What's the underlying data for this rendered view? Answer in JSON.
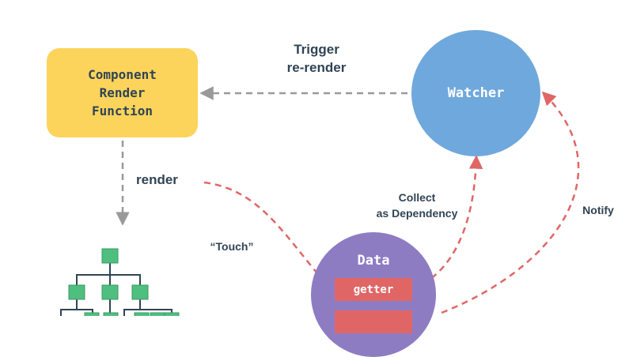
{
  "component_box": {
    "lines": [
      "Component",
      "Render",
      "Function"
    ]
  },
  "watcher": {
    "label": "Watcher"
  },
  "data_node": {
    "label": "Data",
    "getter_label": "getter"
  },
  "edges": {
    "trigger_lines": [
      "Trigger",
      "re-render"
    ],
    "render": "render",
    "touch": "“Touch”",
    "collect_lines": [
      "Collect",
      "as Dependency"
    ],
    "notify": "Notify"
  },
  "colors": {
    "component": "#fcd45b",
    "watcher": "#6fa8dc",
    "data": "#8e7cc3",
    "accessor": "#e06666",
    "tree_node": "#4fbf7f",
    "text": "#304455",
    "arrow_gray": "#999999",
    "arrow_red": "#e06666"
  }
}
